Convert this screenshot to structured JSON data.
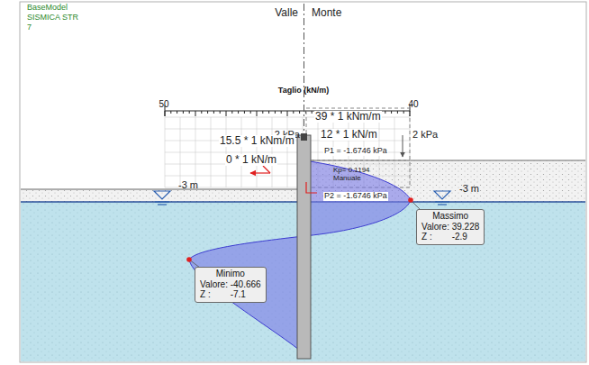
{
  "diagram": {
    "nodes": [
      {
        "text": [
          "Massimo",
          "Valore: 39.228",
          "Z :",
          "-2.9"
        ]
      },
      {
        "text": [
          "Minimo",
          "Valore: -40.666",
          "Z :",
          "-7.1"
        ]
      }
    ],
    "labels": [
      "BaseModel",
      "SISMICA STR",
      "7",
      "Valle",
      "Monte",
      "Taglio (kN/m)",
      "50",
      "40",
      "39 * 1 kNm/m",
      "2 kPa",
      "12 * 1 kN/m",
      "2 kPa",
      "15.5 * 1 kNm/m",
      "0 * 1 kN/m",
      "P1 = -1.6746 kPa",
      "Kp= 0.1194",
      "Manuale",
      "P2 = -1.6746 kPa",
      "-3 m",
      "-3 m"
    ]
  }
}
